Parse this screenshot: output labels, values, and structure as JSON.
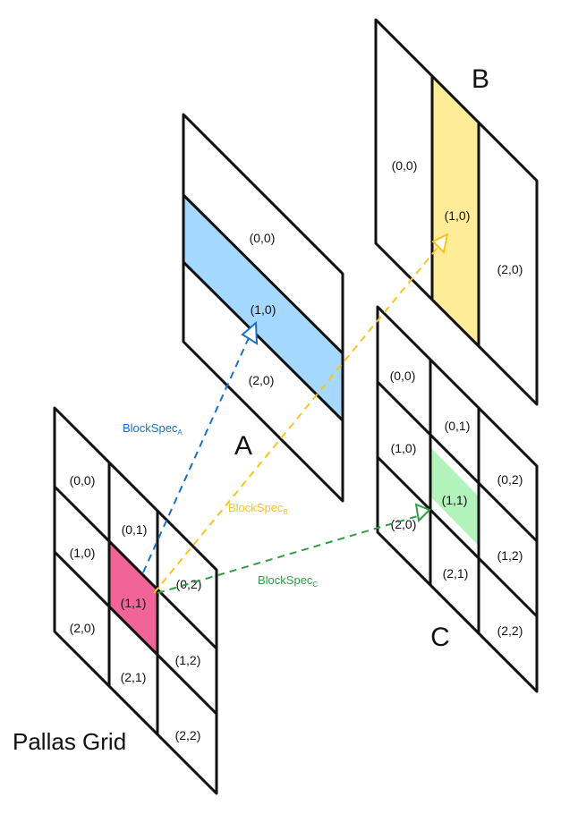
{
  "colors": {
    "a_fill": "#a5d8ff",
    "b_fill": "#ffec99",
    "c_fill": "#b2f2bb",
    "grid_fill": "#f06595",
    "spec_a": "#1971c2",
    "spec_b": "#fcc419",
    "spec_c": "#2f9e44"
  },
  "grid": {
    "title": "Pallas Grid",
    "cells": [
      "(0,0)",
      "(0,1)",
      "(0,2)",
      "(1,0)",
      "(1,1)",
      "(1,2)",
      "(2,0)",
      "(2,1)",
      "(2,2)"
    ],
    "highlight": "(1,1)"
  },
  "matrix_a": {
    "title": "A",
    "blocks": [
      "(0,0)",
      "(1,0)",
      "(2,0)"
    ],
    "highlight": "(1,0)"
  },
  "matrix_b": {
    "title": "B",
    "blocks": [
      "(0,0)",
      "(1,0)",
      "(2,0)"
    ],
    "highlight": "(1,0)"
  },
  "matrix_c": {
    "title": "C",
    "cells": [
      "(0,0)",
      "(0,1)",
      "(0,2)",
      "(1,0)",
      "(1,1)",
      "(1,2)",
      "(2,0)",
      "(2,1)",
      "(2,2)"
    ],
    "highlight": "(1,1)"
  },
  "block_specs": {
    "a": {
      "text": "BlockSpec",
      "sub": "A"
    },
    "b": {
      "text": "BlockSpec",
      "sub": "B"
    },
    "c": {
      "text": "BlockSpec",
      "sub": "C"
    }
  }
}
